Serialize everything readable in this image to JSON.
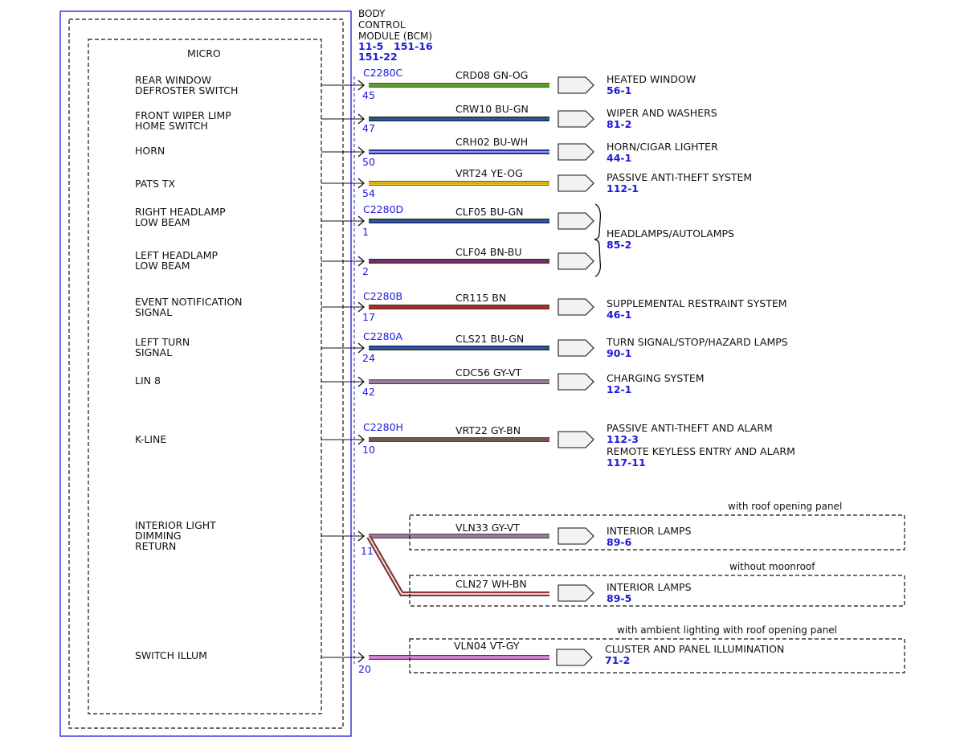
{
  "module": {
    "title_lines": [
      "BODY",
      "CONTROL",
      "MODULE (BCM)"
    ],
    "refs": [
      "11-5",
      "151-16",
      "151-22"
    ],
    "micro_label": "MICRO"
  },
  "inputs": [
    "REAR WINDOW",
    "DEFROSTER SWITCH",
    "FRONT WIPER LIMP",
    "HOME SWITCH",
    "HORN",
    "PATS TX",
    "RIGHT HEADLAMP",
    "LOW BEAM",
    "LEFT HEADLAMP",
    "LOW BEAM",
    "EVENT NOTIFICATION",
    "SIGNAL",
    "LEFT TURN",
    "SIGNAL",
    "LIN 8",
    "K-LINE",
    "INTERIOR LIGHT",
    "DIMMING",
    "RETURN",
    "SWITCH ILLUM"
  ],
  "connectors": [
    "C2280C",
    "C2280D",
    "C2280B",
    "C2280A",
    "C2280H"
  ],
  "pins": [
    "45",
    "47",
    "50",
    "54",
    "1",
    "2",
    "17",
    "24",
    "42",
    "10",
    "11",
    "20"
  ],
  "circuits": [
    "CRD08  GN-OG",
    "CRW10  BU-GN",
    "CRH02  BU-WH",
    "VRT24  YE-OG",
    "CLF05  BU-GN",
    "CLF04  BN-BU",
    "CR115  BN",
    "CLS21  BU-GN",
    "CDC56  GY-VT",
    "VRT22  GY-BN",
    "VLN33  GY-VT",
    "CLN27  WH-BN",
    "VLN04  VT-GY"
  ],
  "destinations": [
    {
      "name": "HEATED WINDOW",
      "ref": "56-1"
    },
    {
      "name": "WIPER AND WASHERS",
      "ref": "81-2"
    },
    {
      "name": "HORN/CIGAR LIGHTER",
      "ref": "44-1"
    },
    {
      "name": "PASSIVE ANTI-THEFT SYSTEM",
      "ref": "112-1"
    },
    {
      "name": "HEADLAMPS/AUTOLAMPS",
      "ref": "85-2"
    },
    {
      "name": "SUPPLEMENTAL RESTRAINT SYSTEM",
      "ref": "46-1"
    },
    {
      "name": "TURN SIGNAL/STOP/HAZARD LAMPS",
      "ref": "90-1"
    },
    {
      "name": "CHARGING SYSTEM",
      "ref": "12-1"
    },
    {
      "name": "PASSIVE ANTI-THEFT AND ALARM",
      "ref": "112-3"
    },
    {
      "name": "REMOTE KEYLESS ENTRY AND ALARM",
      "ref": "117-11"
    },
    {
      "name": "INTERIOR LAMPS",
      "ref": "89-6"
    },
    {
      "name": "INTERIOR LAMPS",
      "ref": "89-5"
    },
    {
      "name": "CLUSTER AND PANEL ILLUMINATION",
      "ref": "71-2"
    }
  ],
  "options": [
    "with roof opening panel",
    "without moonroof",
    "with ambient lighting with roof opening panel"
  ],
  "colors": {
    "GN-OG": "#3d9e2a",
    "BU-GN": "#1c2fbf",
    "BU-WH": "#2233cc",
    "YE-OG": "#e8c619",
    "BN-BU": "#7a2848",
    "BN": "#b02a2a",
    "GY-VT": "#8a7a8c",
    "GY-BN": "#6e5e5a",
    "WH-BN": "#b03030",
    "VT-GY": "#c96cc4"
  }
}
